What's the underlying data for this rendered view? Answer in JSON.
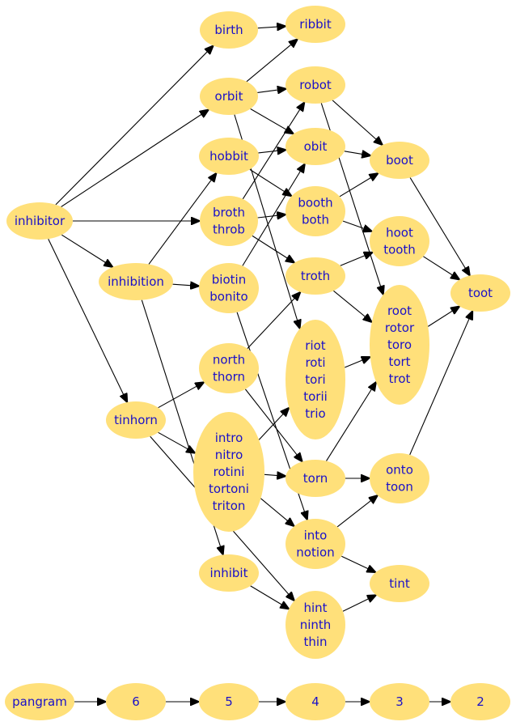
{
  "colors": {
    "node_fill": "#ffe07a",
    "label": "#1a10c8",
    "edge": "#000000",
    "background": "#ffffff"
  },
  "nodes": [
    {
      "id": "inhibitor",
      "lines": [
        "inhibitor"
      ]
    },
    {
      "id": "birth",
      "lines": [
        "birth"
      ]
    },
    {
      "id": "ribbit",
      "lines": [
        "ribbit"
      ]
    },
    {
      "id": "orbit",
      "lines": [
        "orbit"
      ]
    },
    {
      "id": "robot",
      "lines": [
        "robot"
      ]
    },
    {
      "id": "hobbit",
      "lines": [
        "hobbit"
      ]
    },
    {
      "id": "obit",
      "lines": [
        "obit"
      ]
    },
    {
      "id": "boot",
      "lines": [
        "boot"
      ]
    },
    {
      "id": "broth",
      "lines": [
        "broth",
        "throb"
      ]
    },
    {
      "id": "booth",
      "lines": [
        "booth",
        "both"
      ]
    },
    {
      "id": "hoot",
      "lines": [
        "hoot",
        "tooth"
      ]
    },
    {
      "id": "toot",
      "lines": [
        "toot"
      ]
    },
    {
      "id": "inhibition",
      "lines": [
        "inhibition"
      ]
    },
    {
      "id": "biotin",
      "lines": [
        "biotin",
        "bonito"
      ]
    },
    {
      "id": "troth",
      "lines": [
        "troth"
      ]
    },
    {
      "id": "root",
      "lines": [
        "root",
        "rotor",
        "toro",
        "tort",
        "trot"
      ]
    },
    {
      "id": "north",
      "lines": [
        "north",
        "thorn"
      ]
    },
    {
      "id": "riot",
      "lines": [
        "riot",
        "roti",
        "tori",
        "torii",
        "trio"
      ]
    },
    {
      "id": "tinhorn",
      "lines": [
        "tinhorn"
      ]
    },
    {
      "id": "intro",
      "lines": [
        "intro",
        "nitro",
        "rotini",
        "tortoni",
        "triton"
      ]
    },
    {
      "id": "torn",
      "lines": [
        "torn"
      ]
    },
    {
      "id": "onto",
      "lines": [
        "onto",
        "toon"
      ]
    },
    {
      "id": "into",
      "lines": [
        "into",
        "notion"
      ]
    },
    {
      "id": "inhibit",
      "lines": [
        "inhibit"
      ]
    },
    {
      "id": "tint",
      "lines": [
        "tint"
      ]
    },
    {
      "id": "hint",
      "lines": [
        "hint",
        "ninth",
        "thin"
      ]
    },
    {
      "id": "pangram",
      "lines": [
        "pangram"
      ]
    },
    {
      "id": "n6",
      "lines": [
        "6"
      ]
    },
    {
      "id": "n5",
      "lines": [
        "5"
      ]
    },
    {
      "id": "n4",
      "lines": [
        "4"
      ]
    },
    {
      "id": "n3",
      "lines": [
        "3"
      ]
    },
    {
      "id": "n2",
      "lines": [
        "2"
      ]
    }
  ],
  "edges": [
    {
      "from": "birth",
      "to": "ribbit"
    },
    {
      "from": "inhibitor",
      "to": "birth"
    },
    {
      "from": "inhibitor",
      "to": "orbit"
    },
    {
      "from": "inhibitor",
      "to": "broth"
    },
    {
      "from": "inhibitor",
      "to": "inhibition"
    },
    {
      "from": "inhibitor",
      "to": "tinhorn"
    },
    {
      "from": "orbit",
      "to": "ribbit"
    },
    {
      "from": "orbit",
      "to": "robot"
    },
    {
      "from": "orbit",
      "to": "obit"
    },
    {
      "from": "orbit",
      "to": "riot"
    },
    {
      "from": "robot",
      "to": "boot"
    },
    {
      "from": "robot",
      "to": "root"
    },
    {
      "from": "obit",
      "to": "boot"
    },
    {
      "from": "hobbit",
      "to": "obit"
    },
    {
      "from": "hobbit",
      "to": "booth"
    },
    {
      "from": "broth",
      "to": "robot"
    },
    {
      "from": "broth",
      "to": "booth"
    },
    {
      "from": "broth",
      "to": "troth"
    },
    {
      "from": "booth",
      "to": "boot"
    },
    {
      "from": "booth",
      "to": "hoot"
    },
    {
      "from": "boot",
      "to": "toot"
    },
    {
      "from": "hoot",
      "to": "toot"
    },
    {
      "from": "inhibition",
      "to": "hobbit"
    },
    {
      "from": "inhibition",
      "to": "biotin"
    },
    {
      "from": "inhibition",
      "to": "inhibit"
    },
    {
      "from": "biotin",
      "to": "obit"
    },
    {
      "from": "biotin",
      "to": "into"
    },
    {
      "from": "troth",
      "to": "hoot"
    },
    {
      "from": "troth",
      "to": "root"
    },
    {
      "from": "root",
      "to": "toot"
    },
    {
      "from": "north",
      "to": "troth"
    },
    {
      "from": "north",
      "to": "torn"
    },
    {
      "from": "riot",
      "to": "root"
    },
    {
      "from": "tinhorn",
      "to": "north"
    },
    {
      "from": "tinhorn",
      "to": "intro"
    },
    {
      "from": "tinhorn",
      "to": "hint"
    },
    {
      "from": "intro",
      "to": "riot"
    },
    {
      "from": "intro",
      "to": "torn"
    },
    {
      "from": "intro",
      "to": "into"
    },
    {
      "from": "torn",
      "to": "root"
    },
    {
      "from": "torn",
      "to": "onto"
    },
    {
      "from": "onto",
      "to": "toot"
    },
    {
      "from": "into",
      "to": "onto"
    },
    {
      "from": "into",
      "to": "tint"
    },
    {
      "from": "inhibit",
      "to": "hint"
    },
    {
      "from": "hint",
      "to": "tint"
    },
    {
      "from": "pangram",
      "to": "n6"
    },
    {
      "from": "n6",
      "to": "n5"
    },
    {
      "from": "n5",
      "to": "n4"
    },
    {
      "from": "n4",
      "to": "n3"
    },
    {
      "from": "n3",
      "to": "n2"
    }
  ]
}
